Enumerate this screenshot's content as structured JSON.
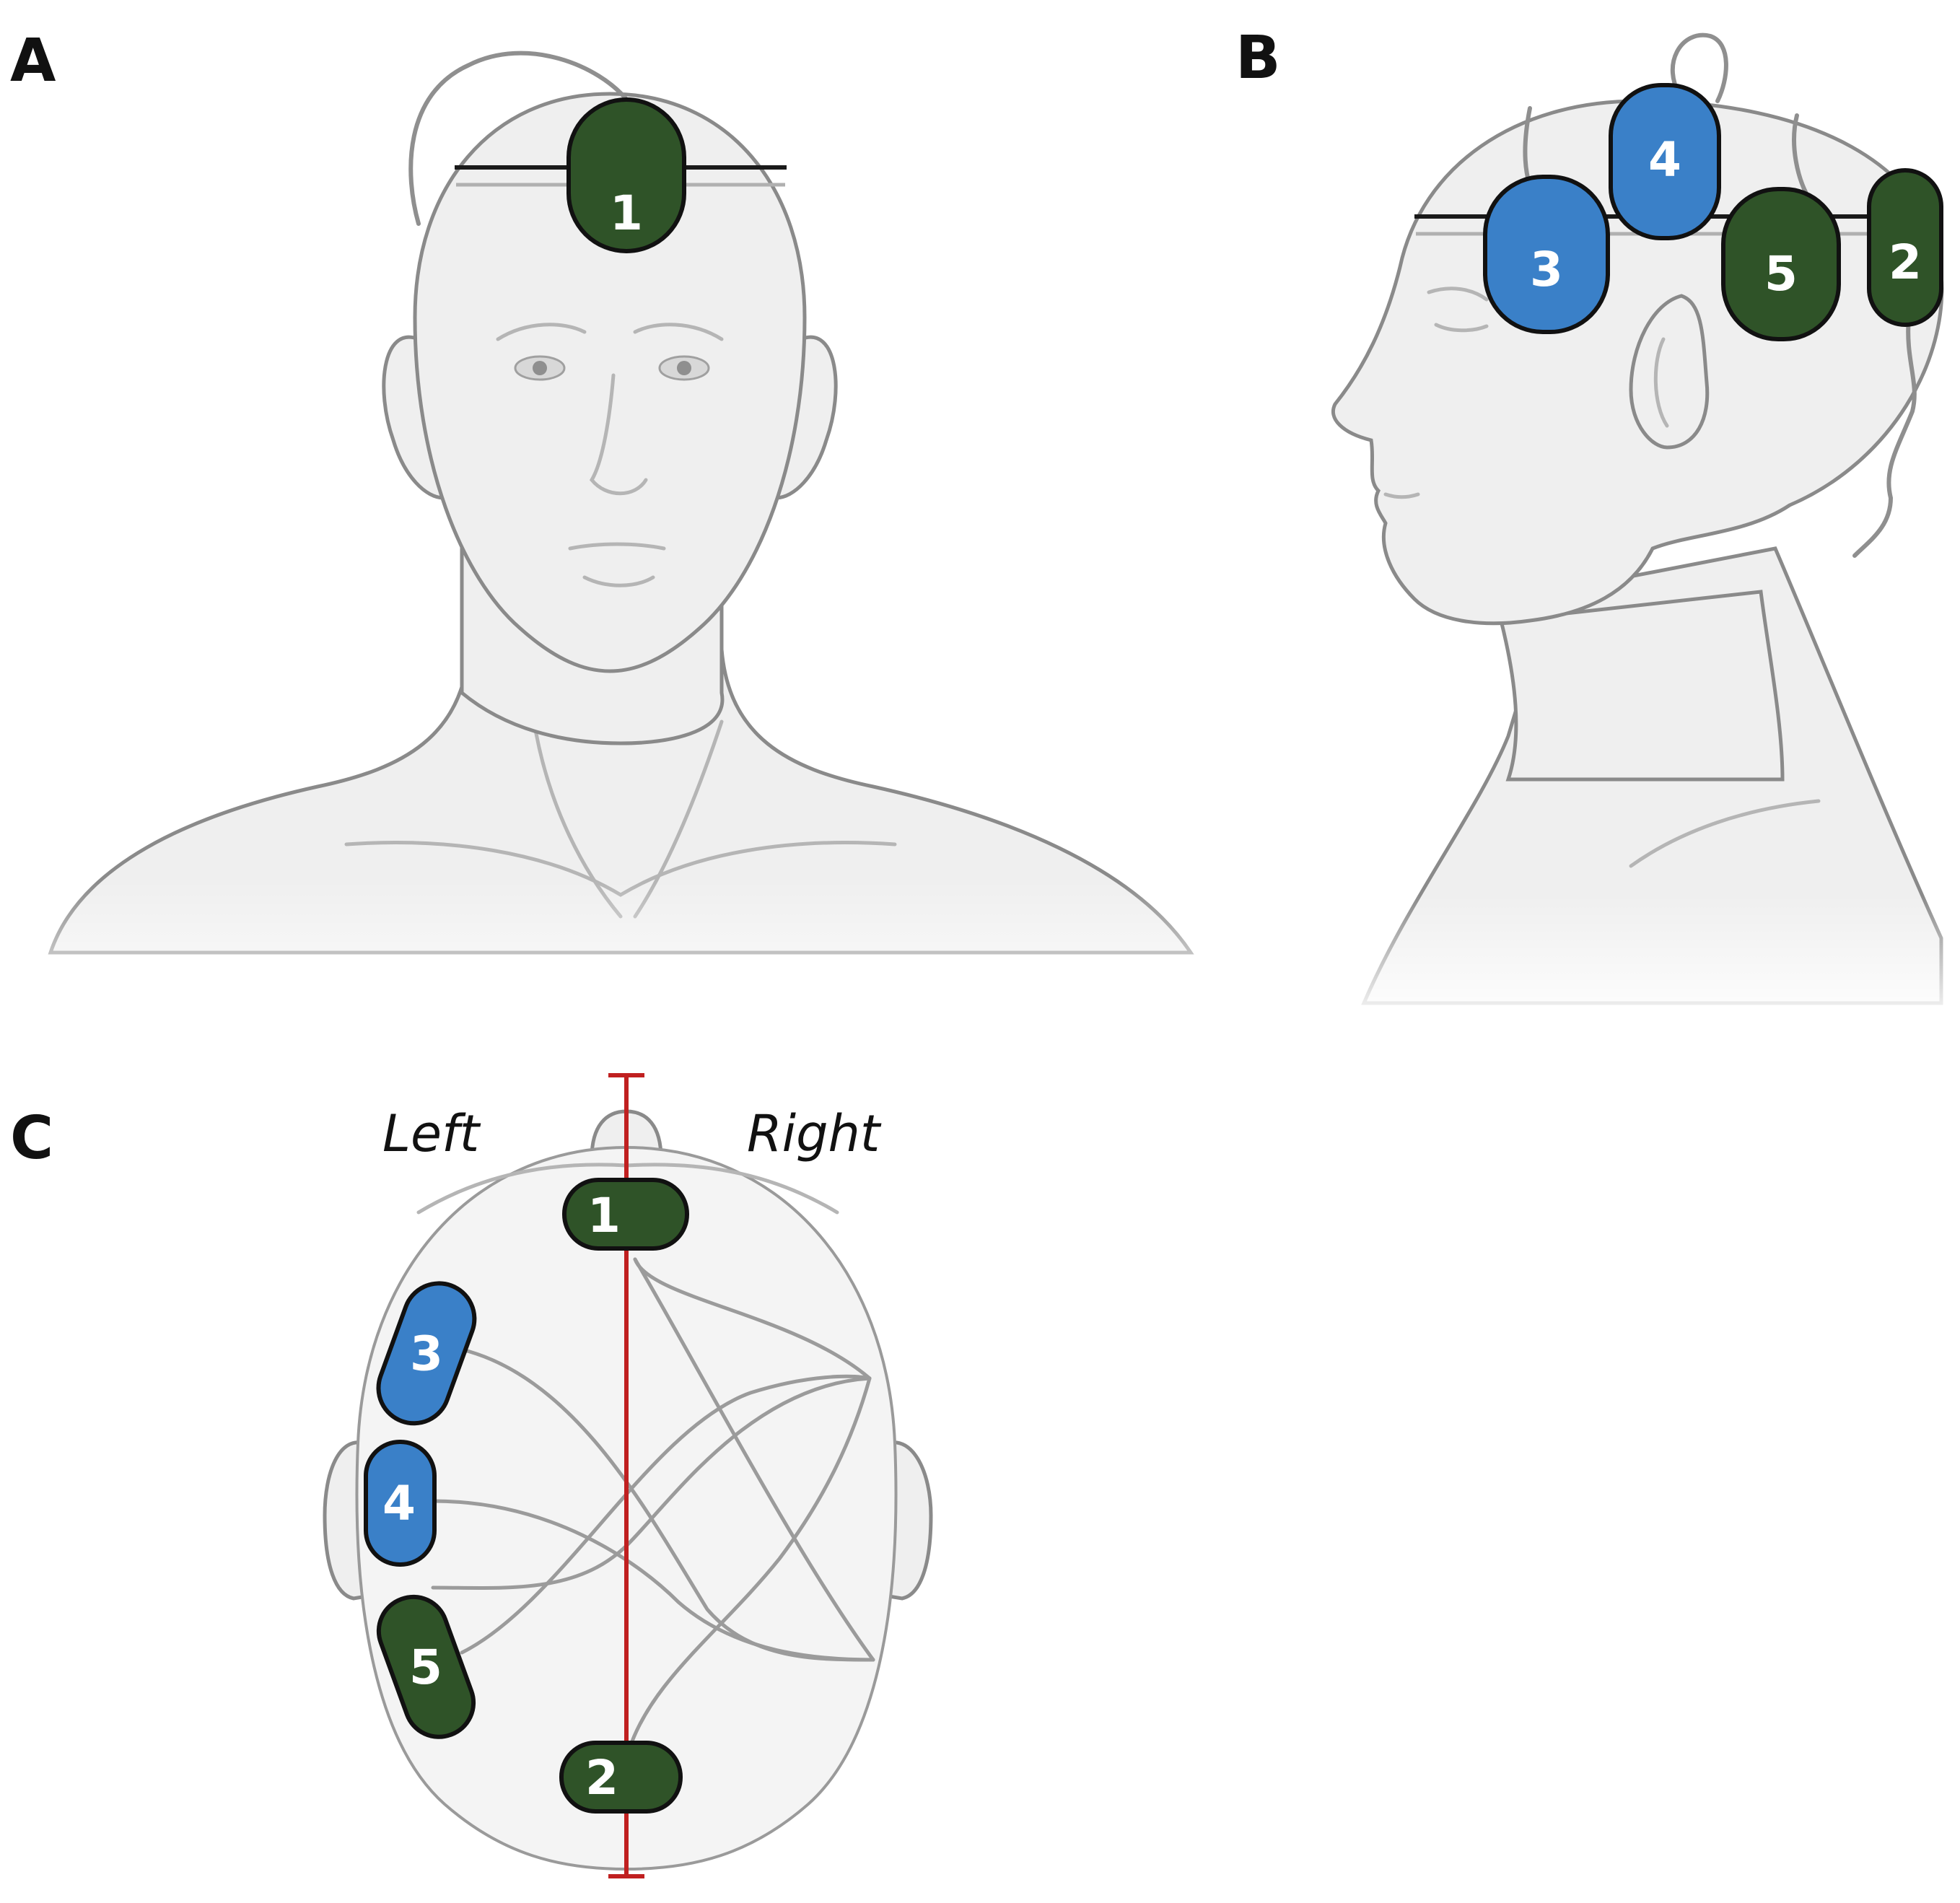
{
  "panels": [
    {
      "id": "A",
      "label": "A"
    },
    {
      "id": "B",
      "label": "B"
    },
    {
      "id": "C",
      "label": "C"
    }
  ],
  "side_labels": {
    "left": "Left",
    "right": "Right"
  },
  "electrodes": {
    "front": [
      {
        "num": "1",
        "type": "green"
      }
    ],
    "side": [
      {
        "num": "4",
        "type": "blue"
      },
      {
        "num": "3",
        "type": "blue"
      },
      {
        "num": "5",
        "type": "green"
      },
      {
        "num": "2",
        "type": "green"
      }
    ],
    "top": [
      {
        "num": "1",
        "type": "green"
      },
      {
        "num": "3",
        "type": "blue"
      },
      {
        "num": "4",
        "type": "blue"
      },
      {
        "num": "5",
        "type": "green"
      },
      {
        "num": "2",
        "type": "green"
      }
    ]
  },
  "colors": {
    "green": "#2f5328",
    "blue": "#3a80c8",
    "midline": "#c02020",
    "outline": "#111111"
  }
}
